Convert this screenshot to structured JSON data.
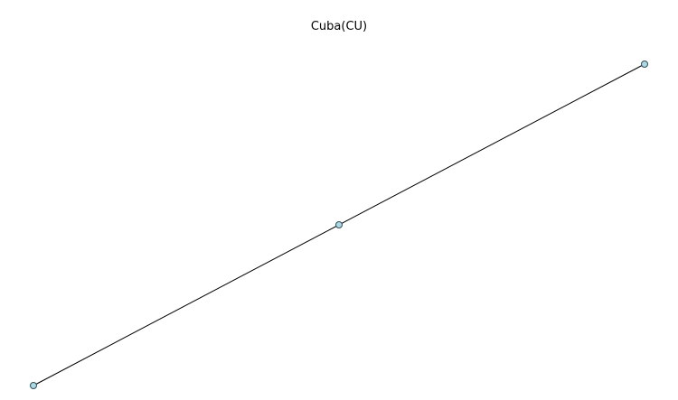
{
  "title": "Cuba(CU)",
  "style": {
    "edge_color": "#000000",
    "node_fill": "#add8e6",
    "node_stroke": "#2f4f4f"
  },
  "graph": {
    "nodes": [
      {
        "id": "n1"
      },
      {
        "id": "n2"
      },
      {
        "id": "n3"
      }
    ],
    "edges": [
      {
        "source": "n1",
        "target": "n2"
      },
      {
        "source": "n2",
        "target": "n3"
      }
    ]
  }
}
